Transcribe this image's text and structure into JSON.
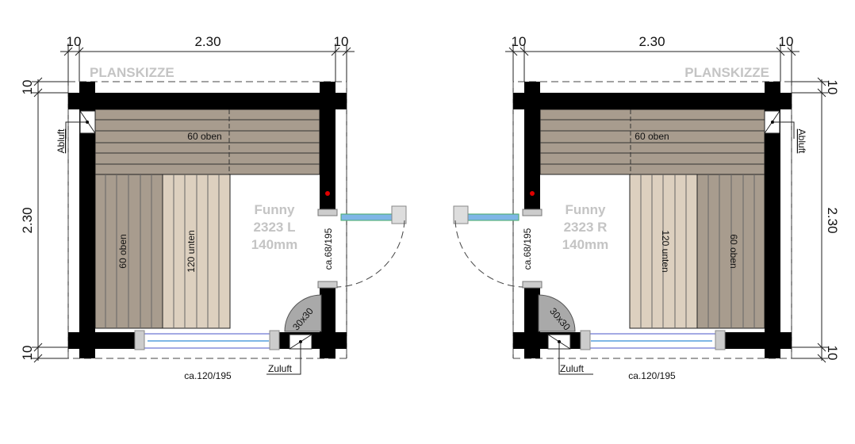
{
  "title": "PLANSKIZZE",
  "colors": {
    "wall": "#000000",
    "bench_dark": "#a89c8e",
    "bench_light": "#ddd0bf",
    "label_ghost": "#c4c4c4",
    "window": "#4a55c8",
    "marker": "#e00000"
  },
  "plans": [
    {
      "name": "Funny",
      "model": "2323 L",
      "thickness": "140mm",
      "dims": {
        "top_left": "10",
        "top_mid": "2.30",
        "top_right": "10",
        "side_top": "10",
        "side_mid": "2.30",
        "side_bottom": "10"
      },
      "planskizze": "PLANSKIZZE",
      "abluft": "Abluft",
      "zuluft": "Zuluft",
      "bench_top": "60 oben",
      "bench_upper": "60 oben",
      "bench_lower": "120 unten",
      "door": "ca.68/195",
      "window": "ca.120/195",
      "stove": "30x30"
    },
    {
      "name": "Funny",
      "model": "2323 R",
      "thickness": "140mm",
      "dims": {
        "top_left": "10",
        "top_mid": "2.30",
        "top_right": "10",
        "side_top": "10",
        "side_mid": "2.30",
        "side_bottom": "10"
      },
      "planskizze": "PLANSKIZZE",
      "abluft": "Abluft",
      "zuluft": "Zuluft",
      "bench_top": "60 oben",
      "bench_upper": "60 oben",
      "bench_lower": "120 unten",
      "door": "ca.68/195",
      "window": "ca.120/195",
      "stove": "30x30"
    }
  ]
}
